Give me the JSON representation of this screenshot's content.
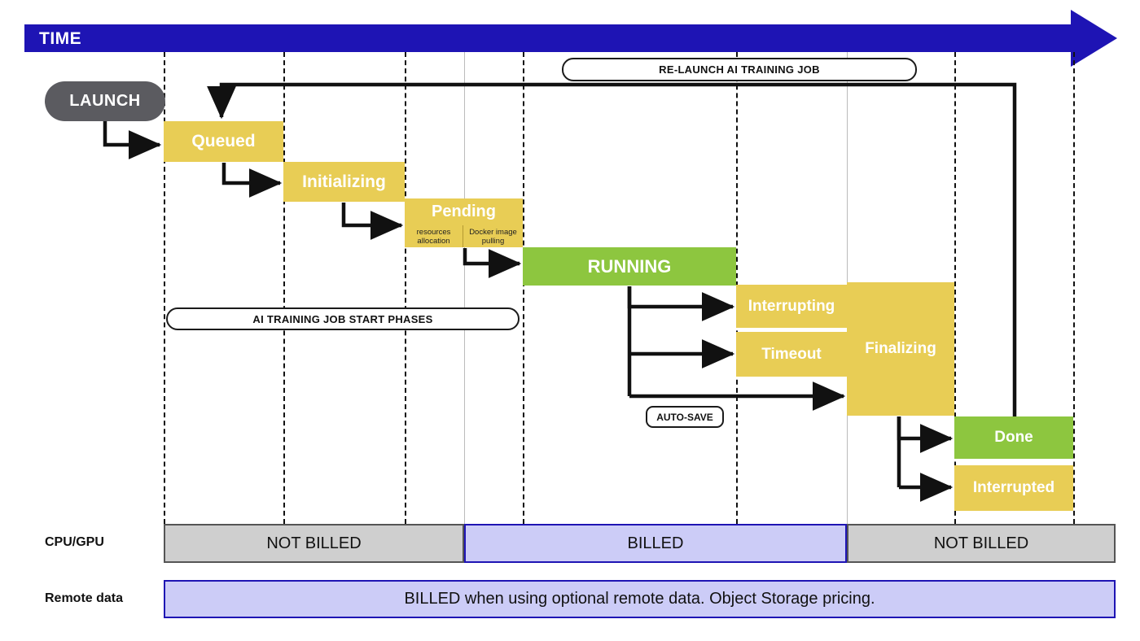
{
  "header": {
    "title": "TIME",
    "bar_color": "#1e14b4"
  },
  "start_node": {
    "label": "LAUNCH"
  },
  "annotations": {
    "relaunch": "RE-LAUNCH AI TRAINING JOB",
    "start_phases": "AI TRAINING JOB START PHASES",
    "autosave": "AUTO-SAVE"
  },
  "states": [
    {
      "id": "queued",
      "label": "Queued",
      "color": "#e8cd55"
    },
    {
      "id": "initializing",
      "label": "Initializing",
      "color": "#e8cd55"
    },
    {
      "id": "pending",
      "label": "Pending",
      "color": "#e8cd55",
      "substeps": [
        "resources allocation",
        "Docker image pulling"
      ]
    },
    {
      "id": "running",
      "label": "RUNNING",
      "color": "#8dc63f"
    },
    {
      "id": "interrupting",
      "label": "Interrupting",
      "color": "#e8cd55"
    },
    {
      "id": "timeout",
      "label": "Timeout",
      "color": "#e8cd55"
    },
    {
      "id": "finalizing",
      "label": "Finalizing",
      "color": "#e8cd55"
    },
    {
      "id": "done",
      "label": "Done",
      "color": "#8dc63f"
    },
    {
      "id": "interrupted",
      "label": "Interrupted",
      "color": "#e8cd55"
    }
  ],
  "billing": {
    "cpu_gpu": {
      "row_label": "CPU/GPU",
      "segments": [
        {
          "label": "NOT BILLED",
          "status": "not-billed"
        },
        {
          "label": "BILLED",
          "status": "billed"
        },
        {
          "label": "NOT BILLED",
          "status": "not-billed"
        }
      ]
    },
    "remote_data": {
      "row_label": "Remote data",
      "segments": [
        {
          "label": "BILLED when using optional remote data. Object Storage pricing.",
          "status": "billed"
        }
      ]
    }
  }
}
